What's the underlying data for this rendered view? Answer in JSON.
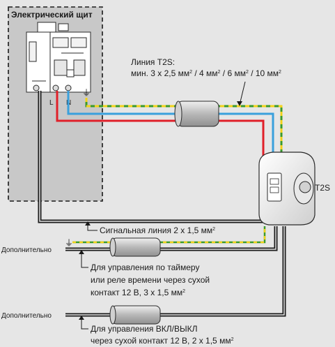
{
  "panel": {
    "title": "Электрический щит",
    "terminals": {
      "l": "L",
      "n": "N",
      "pe": "⏚"
    }
  },
  "line_label": {
    "title": "Линия T2S:",
    "spec_parts": [
      "мин. 3 х 2,5 мм",
      "2",
      " / 4 мм",
      "2",
      " / 6 мм",
      "2",
      " / 10 мм",
      "2"
    ]
  },
  "device": {
    "label": "T2S"
  },
  "signal_line": {
    "parts": [
      "Сигнальная линия 2 х 1,5 мм",
      "2"
    ]
  },
  "optional_1": {
    "label": "Дополнительно",
    "lines": [
      "Для управления по таймеру",
      "или реле времени через сухой"
    ],
    "line3_parts": [
      "контакт 12 В, 3 х 1,5 мм",
      "2"
    ]
  },
  "optional_2": {
    "label": "Дополнительно",
    "line1": "Для управления ВКЛ/ВЫКЛ",
    "line2_parts": [
      "через сухой контакт 12 В, 2 х 1,5 мм",
      "2"
    ]
  },
  "colors": {
    "background": "#e6e6e6",
    "panel_fill": "#c8c8c8",
    "phase_wire": "#e0202a",
    "neutral_wire": "#3aa0dc",
    "earth_green": "#3c9a2a",
    "earth_yellow": "#f2d21a",
    "signal_wire": "#1a1a1a"
  }
}
